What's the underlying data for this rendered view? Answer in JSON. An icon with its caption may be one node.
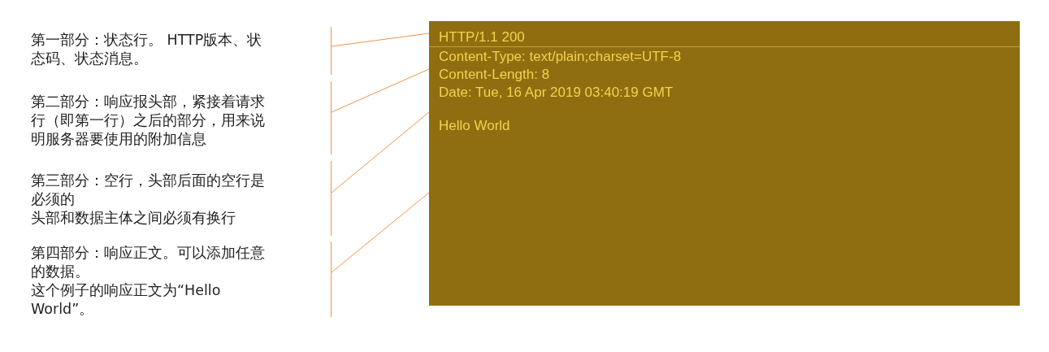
{
  "diagram": {
    "nodes": [
      {
        "text": [
          "第一部分：状态行。 HTTP版本、状态码、状态消息。"
        ]
      },
      {
        "text": [
          "第二部分：响应报头部，紧接着请求行（即第一行）之后的部分，用来说明服务器要使用的附加信息"
        ]
      },
      {
        "text": [
          "第三部分：空行，头部后面的空行是必须的",
          "头部和数据主体之间必须有换行"
        ]
      },
      {
        "text": [
          "第四部分：响应正文。可以添加任意的数据。",
          "这个例子的响应正文为“Hello World”。"
        ]
      },
      {
        "text": [],
        "shape": "box"
      },
      {
        "text": [
          "HTTP/1.1 200"
        ],
        "in": 4
      },
      {
        "text": [
          "Content-Type: text/plain;charset=UTF-8",
          "Content-Length: 8",
          "Date: Tue, 16 Apr 2019 03:40:19 GMT"
        ],
        "in": 4
      },
      {
        "text": [
          "Hello World"
        ],
        "in": 4
      }
    ],
    "edges": [
      {
        "from": 0,
        "to": 5,
        "arrow": "none"
      },
      {
        "from": 1,
        "to": 6,
        "arrow": "none"
      },
      {
        "from": 2,
        "to": 4,
        "arrow": "none"
      },
      {
        "from": 3,
        "to": 7,
        "arrow": "none"
      }
    ]
  }
}
